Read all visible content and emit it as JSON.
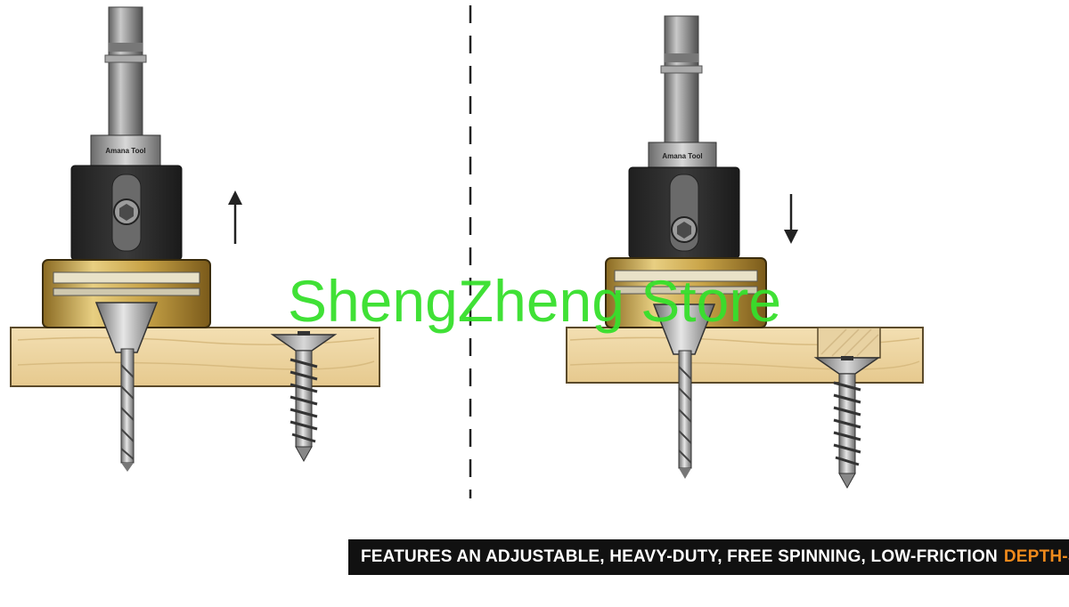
{
  "illustration": {
    "left_tool": {
      "brand_label": "Amana Tool",
      "arrow_direction": "up"
    },
    "right_tool": {
      "brand_label": "Amana Tool",
      "arrow_direction": "down"
    }
  },
  "watermark": {
    "text": "ShengZheng Store"
  },
  "banner": {
    "main_text": "FEATURES AN ADJUSTABLE, HEAVY-DUTY, FREE SPINNING, LOW-FRICTION",
    "accent_text": "DEPTH-STOP"
  },
  "colors": {
    "wood": "#f0d9a8",
    "brass": "#d9b866",
    "dark_collar": "#2e2e2e",
    "shank": "#8d8d8d",
    "banner_bg": "#111111",
    "banner_accent": "#f08a1c",
    "watermark": "#36e02c"
  },
  "icons": [
    "arrow-up-icon",
    "arrow-down-icon",
    "divider-dashed-line"
  ]
}
